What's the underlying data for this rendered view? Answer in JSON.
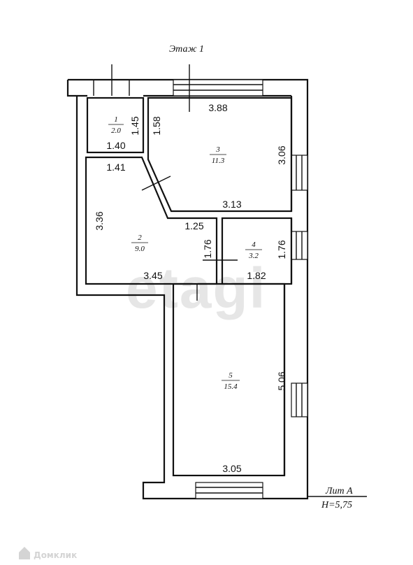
{
  "floor_label": "Этаж 1",
  "lit_label": "Лит А",
  "height_label": "Н=5,75",
  "watermark": "etagi",
  "logo_text": "Домклик",
  "rooms": [
    {
      "id": "1",
      "number": "1",
      "area": "2.0"
    },
    {
      "id": "2",
      "number": "2",
      "area": "9.0"
    },
    {
      "id": "3",
      "number": "3",
      "area": "11.3"
    },
    {
      "id": "4",
      "number": "4",
      "area": "3.2"
    },
    {
      "id": "5",
      "number": "5",
      "area": "15.4"
    }
  ],
  "dimensions": [
    {
      "id": "r1-height",
      "value": "1.45"
    },
    {
      "id": "r1-width",
      "value": "1.40"
    },
    {
      "id": "r3-left",
      "value": "1.58"
    },
    {
      "id": "r3-top",
      "value": "3.88"
    },
    {
      "id": "r3-right",
      "value": "3.06"
    },
    {
      "id": "r3-bottom",
      "value": "3.13"
    },
    {
      "id": "r2-top-left",
      "value": "1.41"
    },
    {
      "id": "r2-left",
      "value": "3.36"
    },
    {
      "id": "r2-top-right",
      "value": "1.25"
    },
    {
      "id": "r2-right",
      "value": "1.76"
    },
    {
      "id": "r2-bottom",
      "value": "3.45"
    },
    {
      "id": "r4-right",
      "value": "1.76"
    },
    {
      "id": "r4-bottom",
      "value": "1.82"
    },
    {
      "id": "r5-right",
      "value": "5.06"
    },
    {
      "id": "r5-bottom",
      "value": "3.05"
    }
  ]
}
